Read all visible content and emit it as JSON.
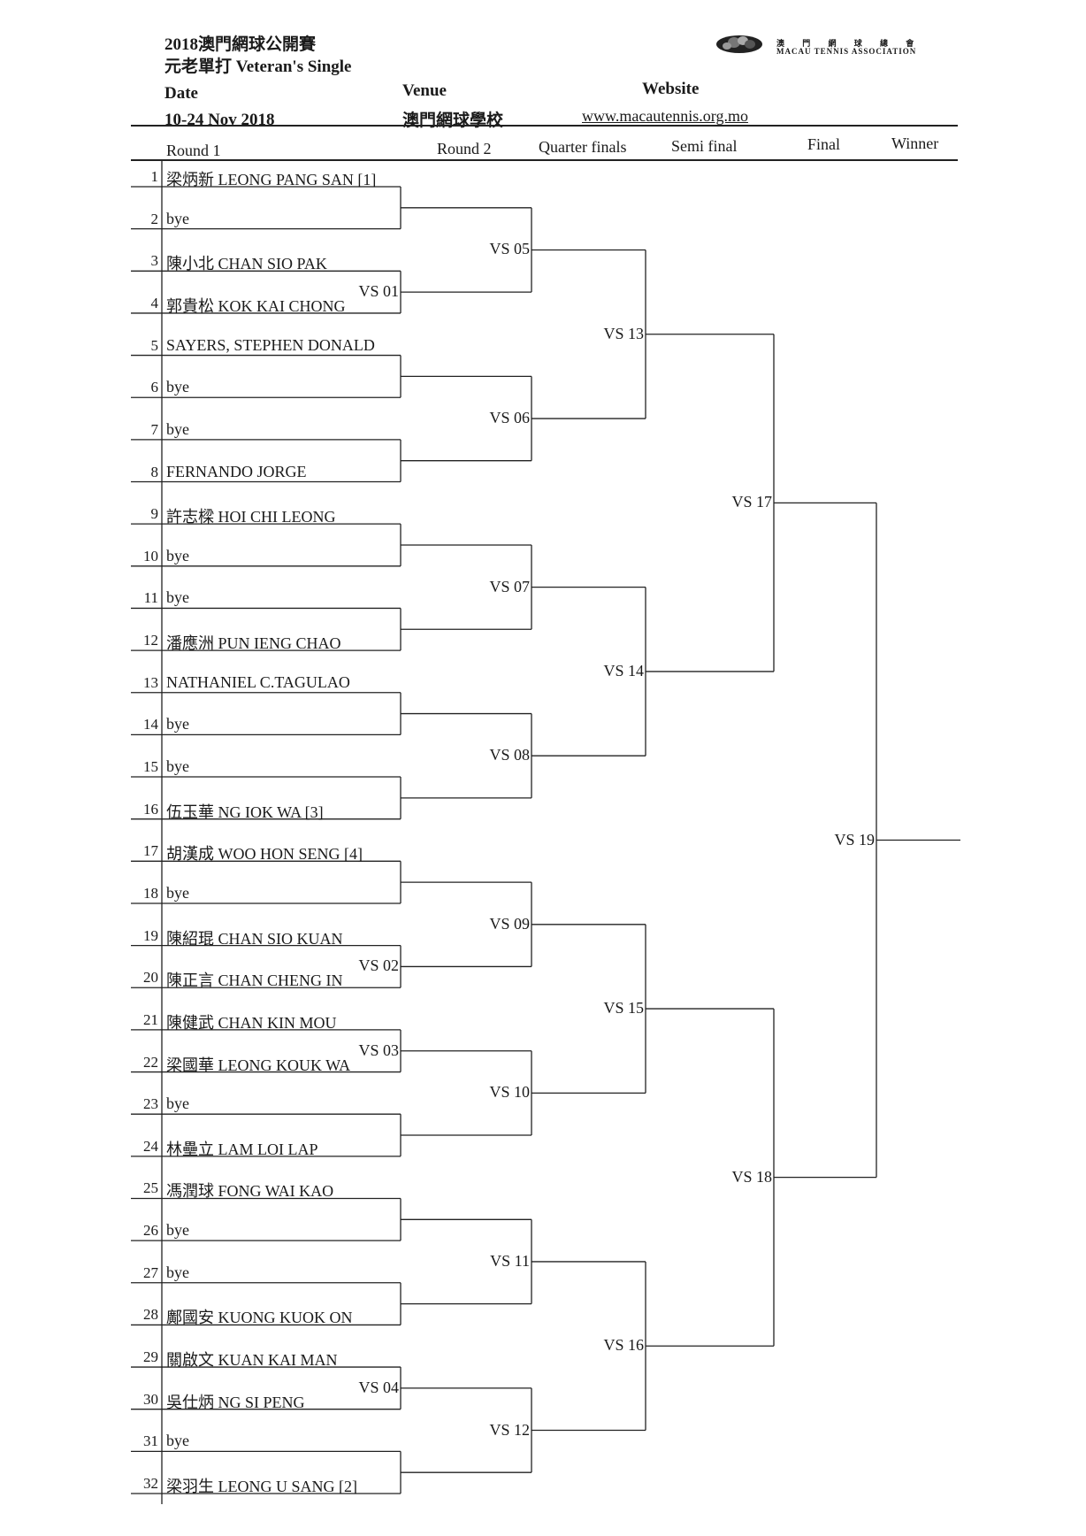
{
  "header": {
    "title_line1": "2018澳門網球公開賽",
    "title_line2": "元老單打 Veteran's Single",
    "date_label": "Date",
    "date_value": "10-24 Nov 2018",
    "venue_label": "Venue",
    "venue_value": "澳門網球學校",
    "website_label": "Website",
    "website_value": "www.macautennis.org.mo",
    "org_cn": "澳 門 網 球 總 會",
    "org_en": "MACAU TENNIS ASSOCIATION",
    "logo_icon": "tennis-association-logo-icon"
  },
  "columns": [
    "Round 1",
    "Round 2",
    "Quarter finals",
    "Semi final",
    "Final",
    "Winner"
  ],
  "players": [
    {
      "no": "1",
      "name": "梁炳新 LEONG PANG SAN [1]"
    },
    {
      "no": "2",
      "name": "bye"
    },
    {
      "no": "3",
      "name": "陳小北 CHAN SIO PAK"
    },
    {
      "no": "4",
      "name": "郭貴松 KOK KAI CHONG"
    },
    {
      "no": "5",
      "name": "SAYERS, STEPHEN DONALD"
    },
    {
      "no": "6",
      "name": "bye"
    },
    {
      "no": "7",
      "name": "bye"
    },
    {
      "no": "8",
      "name": "FERNANDO JORGE"
    },
    {
      "no": "9",
      "name": "許志樑 HOI CHI LEONG"
    },
    {
      "no": "10",
      "name": "bye"
    },
    {
      "no": "11",
      "name": "bye"
    },
    {
      "no": "12",
      "name": "潘應洲 PUN IENG CHAO"
    },
    {
      "no": "13",
      "name": "NATHANIEL C.TAGULAO"
    },
    {
      "no": "14",
      "name": "bye"
    },
    {
      "no": "15",
      "name": "bye"
    },
    {
      "no": "16",
      "name": "伍玉華 NG IOK WA  [3]"
    },
    {
      "no": "17",
      "name": "胡漢成 WOO HON SENG [4]"
    },
    {
      "no": "18",
      "name": "bye"
    },
    {
      "no": "19",
      "name": "陳紹琨 CHAN SIO KUAN"
    },
    {
      "no": "20",
      "name": "陳正言 CHAN CHENG IN"
    },
    {
      "no": "21",
      "name": "陳健武 CHAN KIN MOU"
    },
    {
      "no": "22",
      "name": "梁國華 LEONG KOUK WA"
    },
    {
      "no": "23",
      "name": "bye"
    },
    {
      "no": "24",
      "name": "林壘立 LAM LOI LAP"
    },
    {
      "no": "25",
      "name": "馮潤球 FONG WAI KAO"
    },
    {
      "no": "26",
      "name": "bye"
    },
    {
      "no": "27",
      "name": "bye"
    },
    {
      "no": "28",
      "name": "鄺國安 KUONG KUOK ON"
    },
    {
      "no": "29",
      "name": "關啟文 KUAN KAI MAN"
    },
    {
      "no": "30",
      "name": "吳仕炳 NG SI PENG"
    },
    {
      "no": "31",
      "name": "bye"
    },
    {
      "no": "32",
      "name": "梁羽生 LEONG U SANG [2]"
    }
  ],
  "matches": {
    "r1": [
      "",
      "VS 01",
      "",
      "",
      "",
      "",
      "",
      "",
      "",
      "VS 02",
      "VS 03",
      "",
      "",
      "",
      "VS 04",
      ""
    ],
    "r2": [
      "VS 05",
      "VS 06",
      "VS 07",
      "VS 08",
      "VS 09",
      "VS 10",
      "VS 11",
      "VS 12"
    ],
    "qf": [
      "VS 13",
      "VS 14",
      "VS 15",
      "VS 16"
    ],
    "sf": [
      "VS 17",
      "VS 18"
    ],
    "final": [
      "VS 19"
    ]
  }
}
